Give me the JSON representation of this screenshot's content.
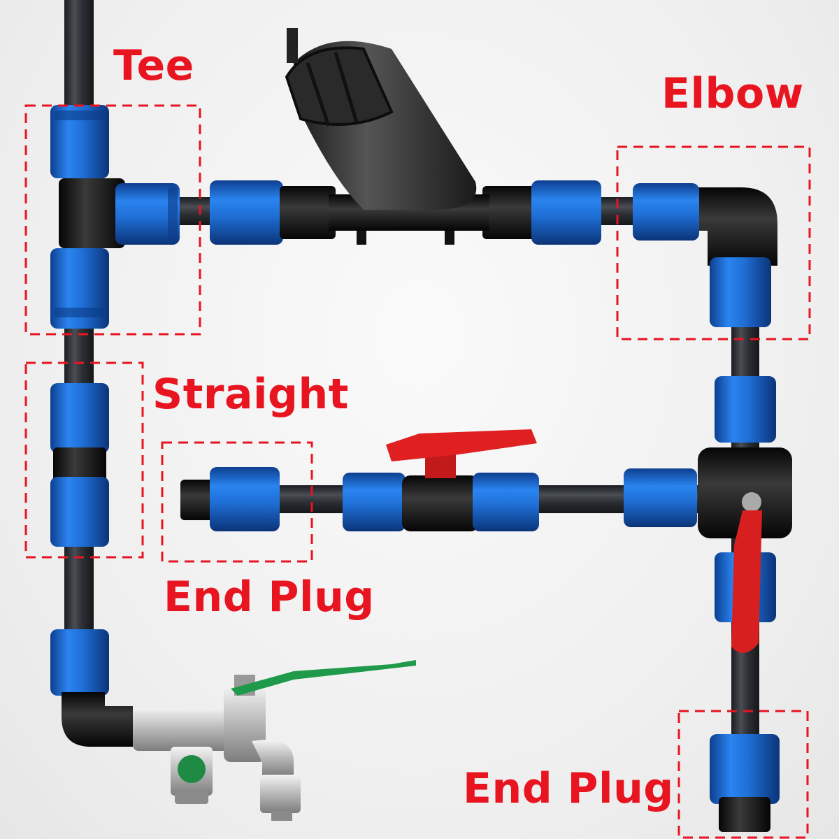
{
  "labels": {
    "tee": "Tee",
    "elbow": "Elbow",
    "straight": "Straight",
    "end_plug_left": "End Plug",
    "end_plug_right": "End Plug"
  },
  "colors": {
    "pipe": "#2b2e33",
    "fitting_blue": "#1f6fd6",
    "fitting_black": "#161616",
    "valve_handle_red": "#e02020",
    "faucet_handle_green": "#1f9a4a",
    "faucet_metal": "#c9c9c9",
    "callout_red": "#e8141f"
  },
  "icons": [
    "tee-fitting-icon",
    "elbow-fitting-icon",
    "straight-coupling-icon",
    "end-plug-icon",
    "ball-valve-icon",
    "disc-filter-icon",
    "garden-faucet-icon"
  ]
}
